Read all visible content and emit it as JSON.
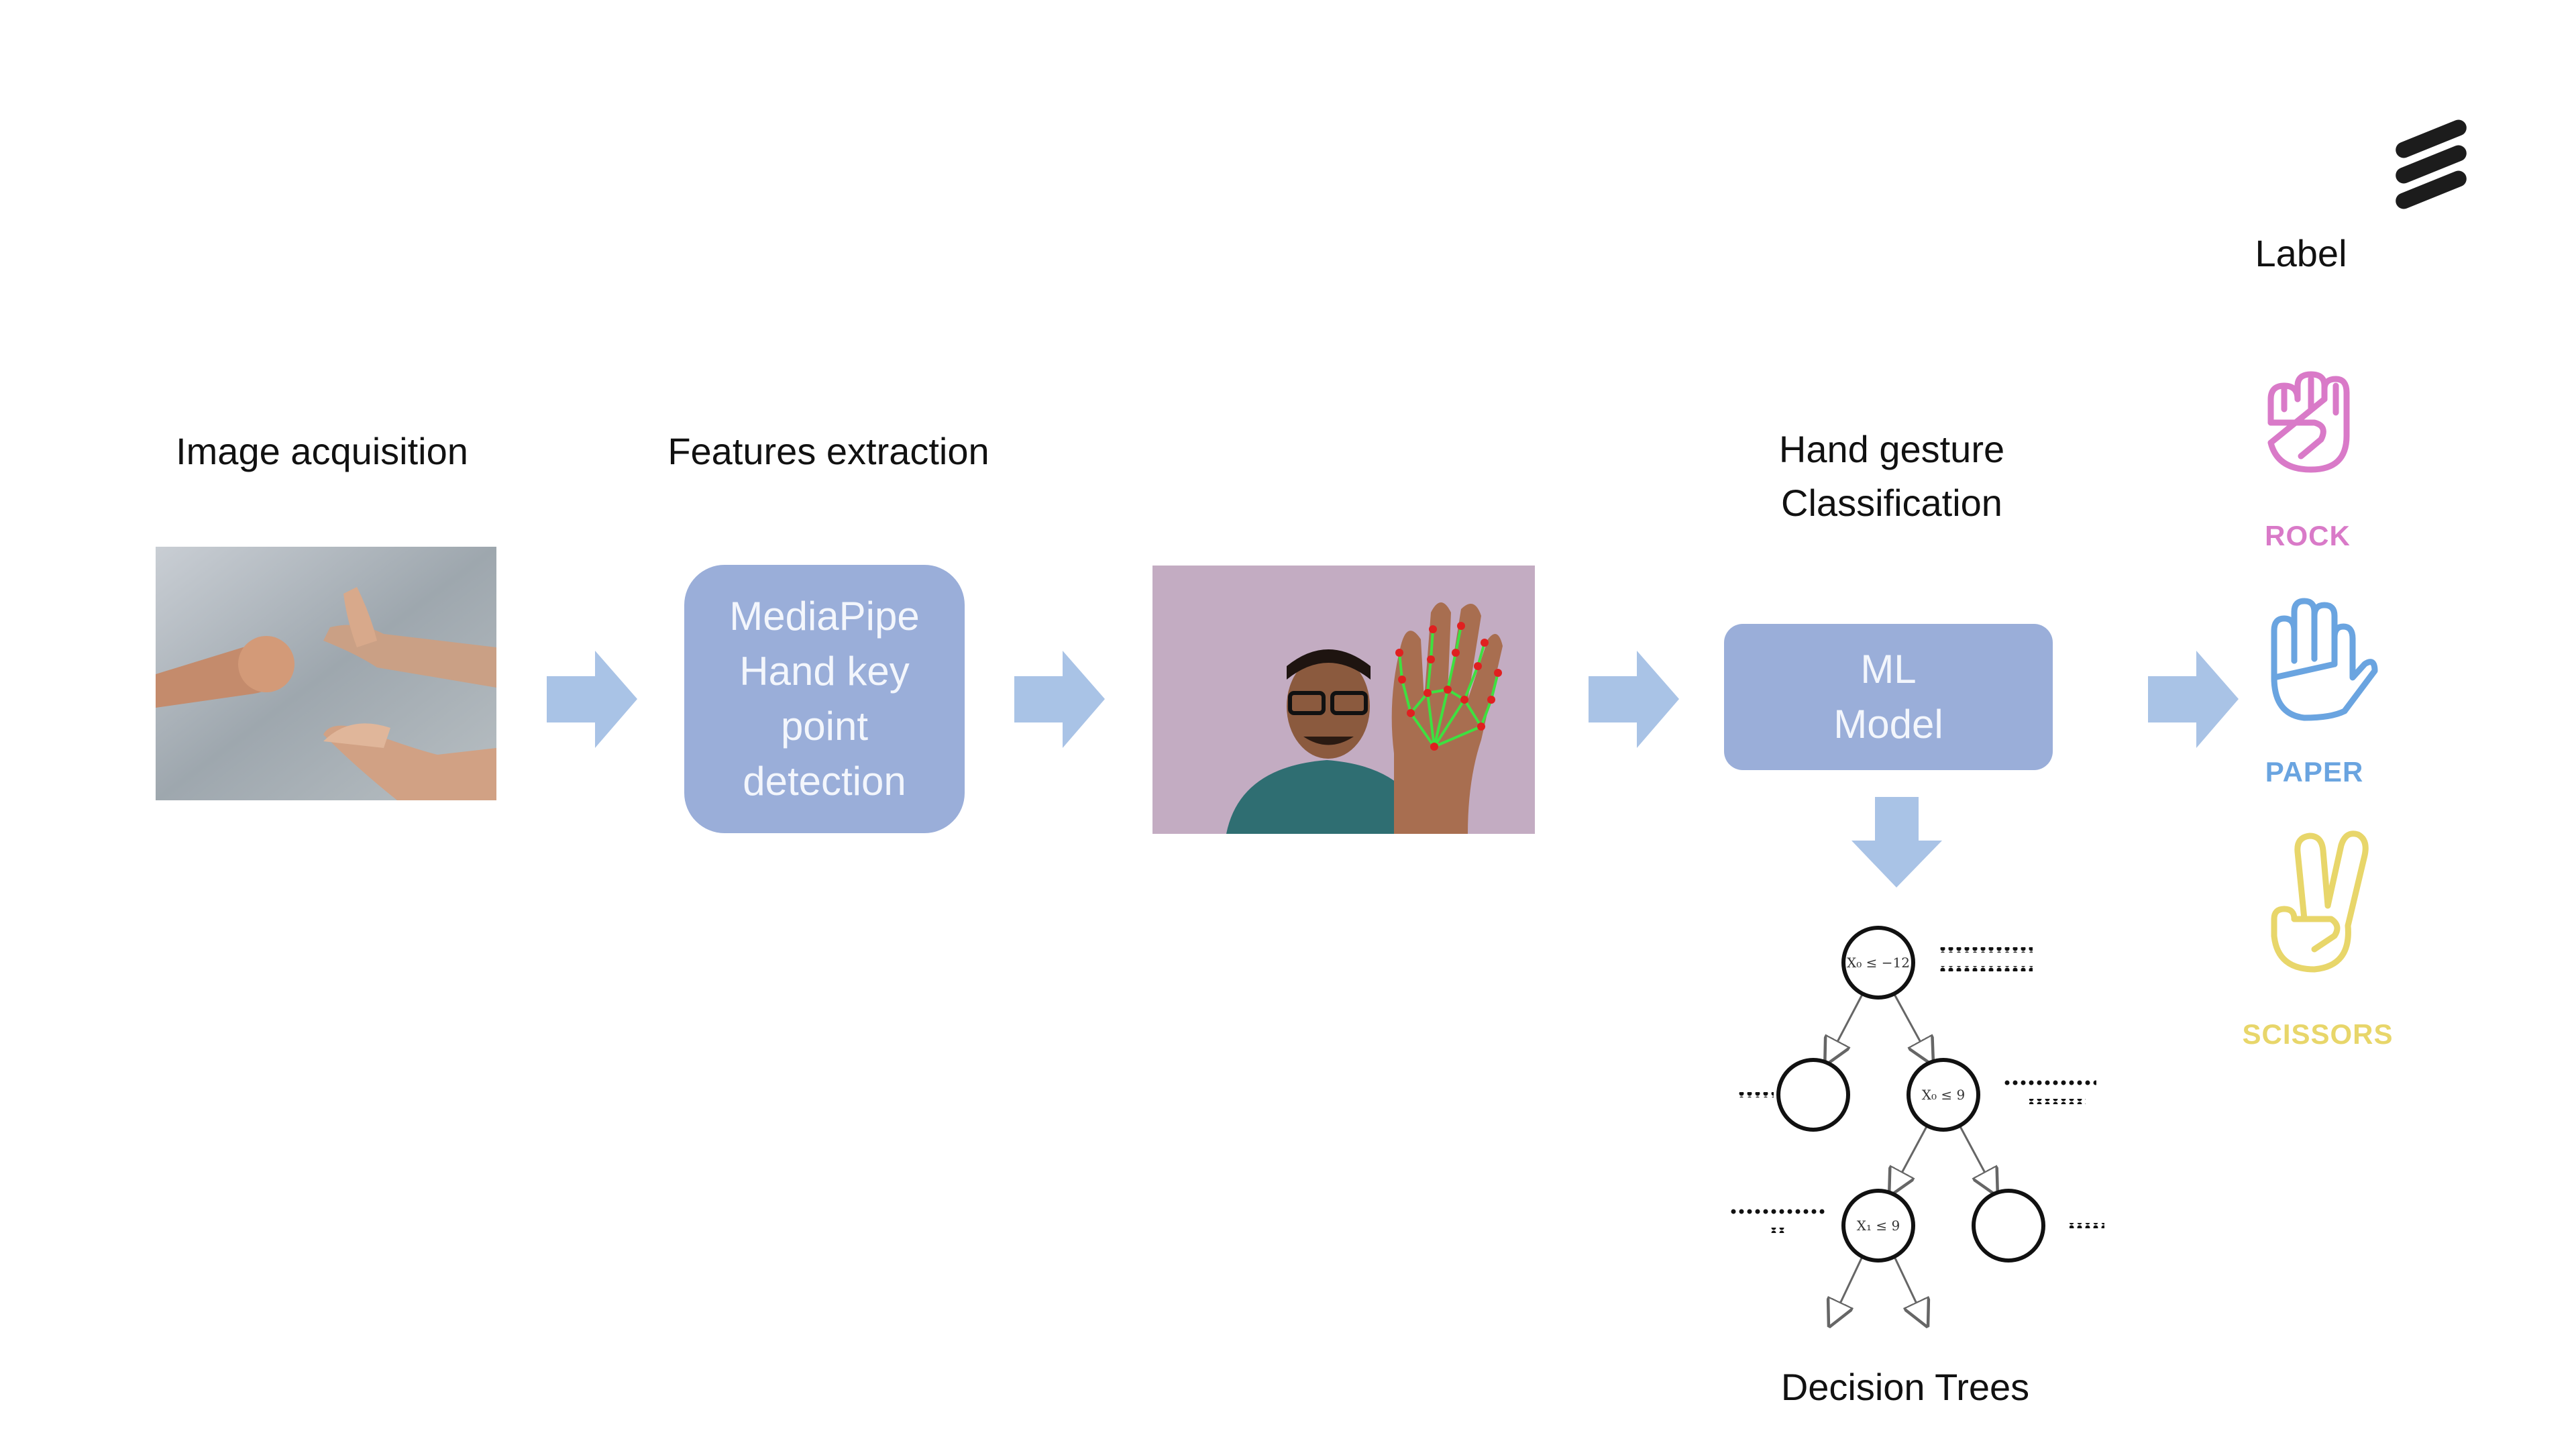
{
  "steps": {
    "acquisition": "Image acquisition",
    "extraction": "Features extraction",
    "classification_line1": "Hand gesture",
    "classification_line2": "Classification",
    "label": "Label",
    "decision_trees": "Decision Trees"
  },
  "boxes": {
    "mediapipe_line1": "MediaPipe",
    "mediapipe_line2": "Hand key",
    "mediapipe_line3": "point",
    "mediapipe_line4": "detection",
    "model_line1": "ML",
    "model_line2": "Model"
  },
  "gestures": [
    {
      "name": "ROCK",
      "color": "#d97ac8",
      "icon": "rock-icon"
    },
    {
      "name": "PAPER",
      "color": "#6aa4e0",
      "icon": "paper-icon"
    },
    {
      "name": "SCISSORS",
      "color": "#e8d66a",
      "icon": "scissors-icon"
    }
  ],
  "tree": {
    "root": "X₀ ≤ −12",
    "right": "X₀ ≤ 9",
    "left_bottom": "X₁ ≤ 9"
  },
  "colors": {
    "arrow": "#a9c3e6",
    "box": "#9aaed9",
    "logo": "#1c1c1c"
  }
}
